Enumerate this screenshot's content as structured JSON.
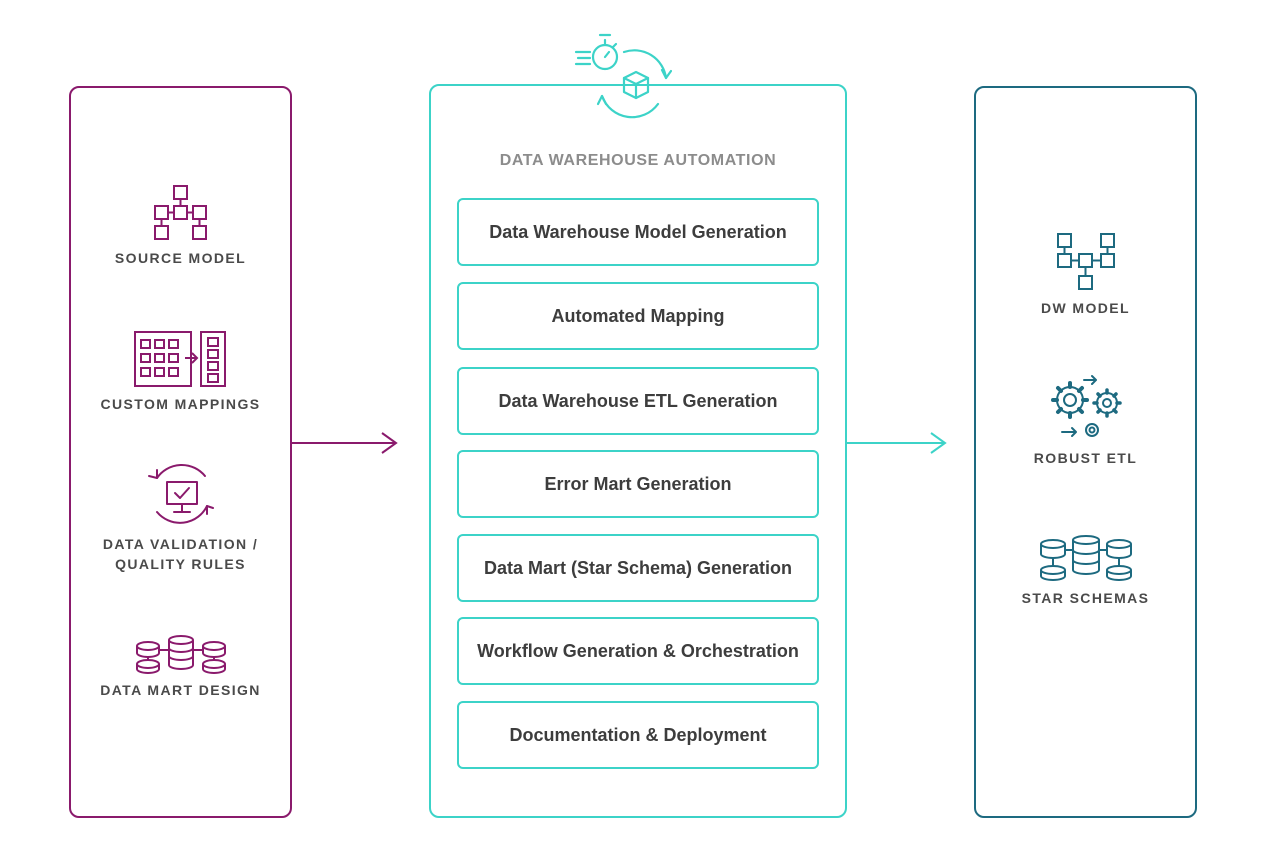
{
  "left_panel": {
    "items": [
      {
        "label": "SOURCE MODEL",
        "icon": "hierarchy-diagram-icon"
      },
      {
        "label": "CUSTOM MAPPINGS",
        "icon": "grid-mapping-icon"
      },
      {
        "label": "DATA VALIDATION /\nQUALITY RULES",
        "icon": "monitor-check-cycle-icon"
      },
      {
        "label": "DATA MART DESIGN",
        "icon": "database-network-icon"
      }
    ]
  },
  "center_panel": {
    "title": "DATA WAREHOUSE AUTOMATION",
    "steps": [
      "Data Warehouse Model Generation",
      "Automated Mapping",
      "Data Warehouse ETL Generation",
      "Error Mart Generation",
      "Data Mart (Star Schema) Generation",
      "Workflow Generation & Orchestration",
      "Documentation & Deployment"
    ],
    "icon": "stopwatch-cube-cycle-icon"
  },
  "right_panel": {
    "items": [
      {
        "label": "DW MODEL",
        "icon": "hierarchy-diagram-icon"
      },
      {
        "label": "ROBUST ETL",
        "icon": "gears-icon"
      },
      {
        "label": "STAR SCHEMAS",
        "icon": "database-network-icon"
      }
    ]
  },
  "colors": {
    "left": "#8a1a6c",
    "center": "#3cd3c8",
    "right": "#1d6a80"
  }
}
